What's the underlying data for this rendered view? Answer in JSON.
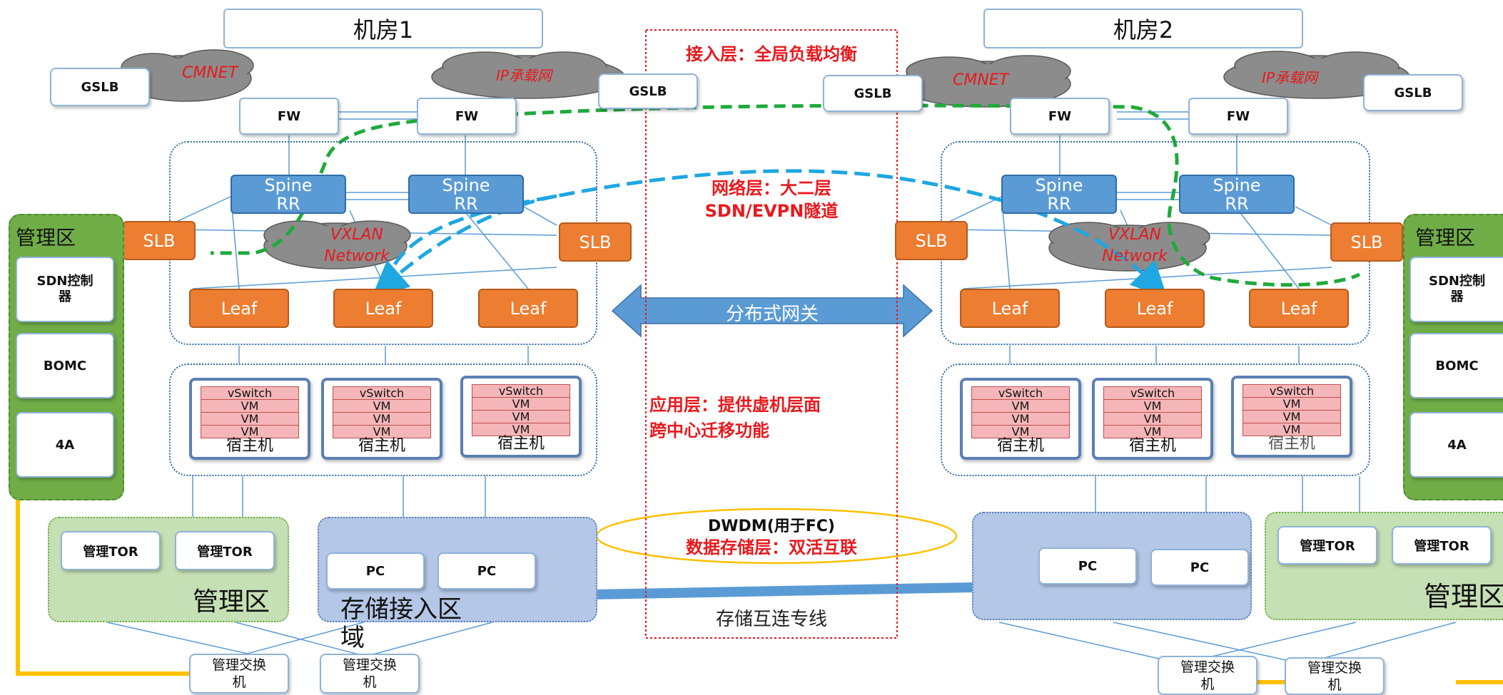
{
  "dc1": {
    "title": "机房1",
    "cloud_cmnet": "CMNET",
    "cloud_ip": "IP承载网",
    "gslb_left": "GSLB",
    "gslb_right": "GSLB",
    "fw_left": "FW",
    "fw_right": "FW",
    "spine1": "Spine\nRR",
    "spine2": "Spine\nRR",
    "slb_left": "SLB",
    "slb_right": "SLB",
    "vxlan": "VXLAN\nNetwork",
    "leaf1": "Leaf",
    "leaf2": "Leaf",
    "leaf3": "Leaf",
    "hosts": [
      {
        "rows": [
          "vSwitch",
          "VM",
          "VM",
          "VM"
        ],
        "label": "宿主机"
      },
      {
        "rows": [
          "vSwitch",
          "VM",
          "VM",
          "VM"
        ],
        "label": "宿主机"
      },
      {
        "rows": [
          "vSwitch",
          "VM",
          "VM",
          "VM"
        ],
        "label": "宿主机"
      }
    ],
    "mgmt_side_title": "管理区",
    "mgmt_side_items": [
      "SDN控制\n器",
      "BOMC",
      "4A"
    ],
    "mgmt_tor1": "管理TOR",
    "mgmt_tor2": "管理TOR",
    "mgmt_zone_label": "管理区",
    "pc1": "PC",
    "pc2": "PC",
    "storage_label": "存储接入区\n域",
    "switch1": "管理交换\n机",
    "switch2": "管理交换\n机"
  },
  "dc2": {
    "title": "机房2",
    "cloud_cmnet": "CMNET",
    "cloud_ip": "IP承载网",
    "gslb_left": "GSLB",
    "gslb_right": "GSLB",
    "fw_left": "FW",
    "fw_right": "FW",
    "spine1": "Spine\nRR",
    "spine2": "Spine\nRR",
    "slb_left": "SLB",
    "slb_right": "SLB",
    "vxlan": "VXLAN\nNetwork",
    "leaf1": "Leaf",
    "leaf2": "Leaf",
    "leaf3": "Leaf",
    "hosts": [
      {
        "rows": [
          "vSwitch",
          "VM",
          "VM",
          "VM"
        ],
        "label": "宿主机"
      },
      {
        "rows": [
          "vSwitch",
          "VM",
          "VM",
          "VM"
        ],
        "label": "宿主机"
      },
      {
        "rows": [
          "vSwitch",
          "VM",
          "VM",
          "VM"
        ],
        "label": "宿主机"
      }
    ],
    "mgmt_side_title": "管理区",
    "mgmt_side_items": [
      "SDN控制\n器",
      "BOMC",
      "4A"
    ],
    "mgmt_tor1": "管理TOR",
    "mgmt_tor2": "管理TOR",
    "mgmt_zone_label": "管理区",
    "pc1": "PC",
    "pc2": "PC",
    "switch1": "管理交换\n机",
    "switch2": "管理交换\n机"
  },
  "center": {
    "access_layer": "接入层：全局负载均衡",
    "network_layer": "网络层：大二层\nSDN/EVPN隧道",
    "gateway": "分布式网关",
    "app_layer": "应用层：提供虚机层面\n跨中心迁移功能",
    "dwdm": "DWDM(用于FC)",
    "storage_layer": "数据存储层：双活互联",
    "storage_line": "存储互连专线"
  },
  "colors": {
    "spine": "#5b9bd5",
    "orange": "#ed7d31",
    "green_panel": "#70ad47",
    "light_green": "#c5e0b4",
    "storage_blue": "#b4c7e7",
    "red_text": "#e8191d",
    "green_dash": "#1faa3c",
    "blue_dash": "#1ea7e1",
    "yellow_line": "#ffc000"
  }
}
